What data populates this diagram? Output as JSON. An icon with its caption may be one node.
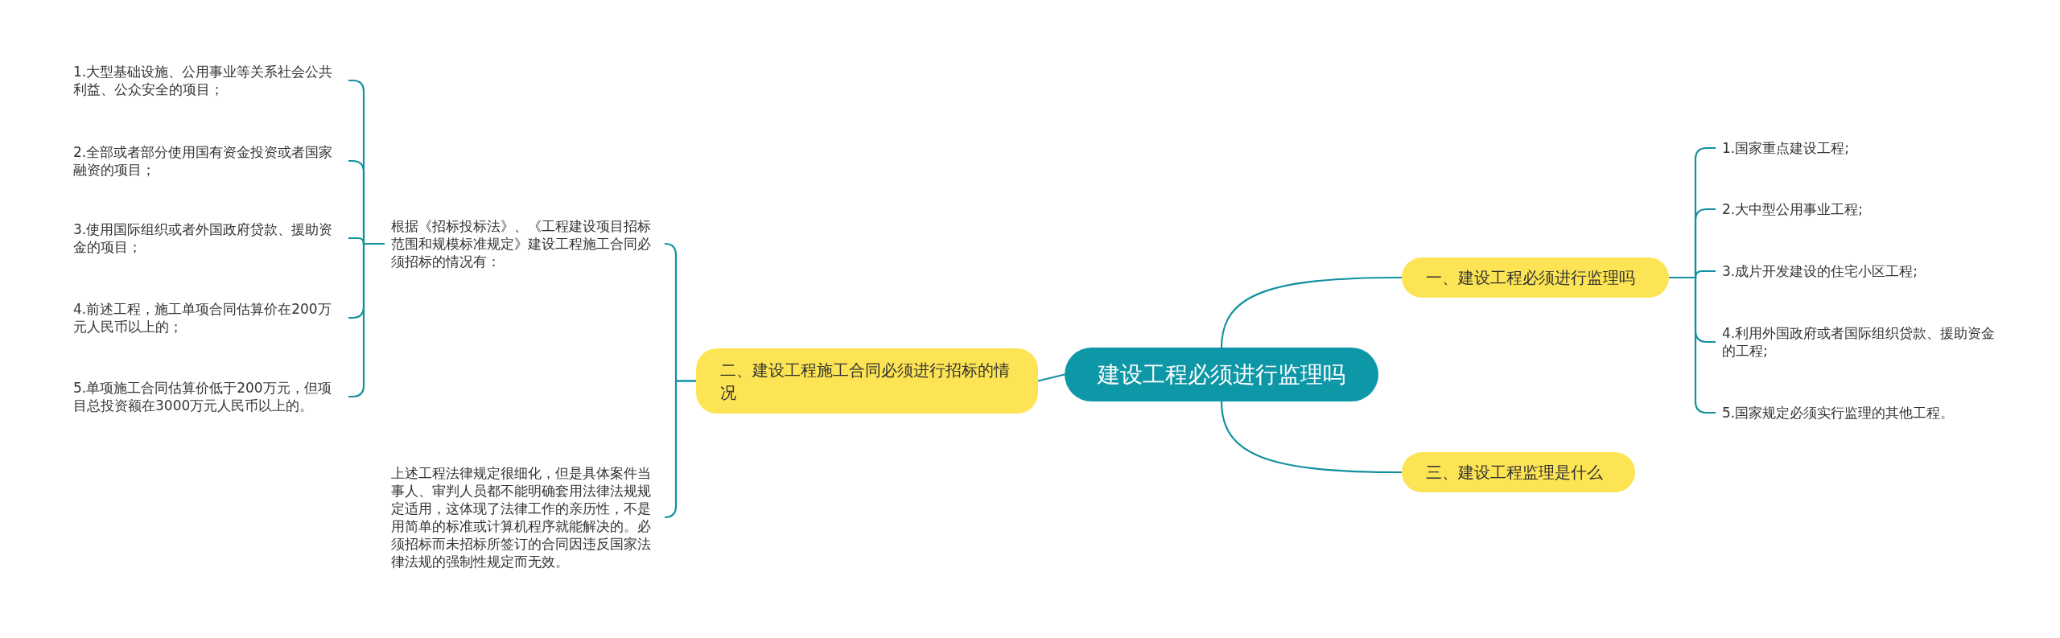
{
  "diagram": {
    "nodes": [
      {
        "text": [
          "建设工程必须进行监理吗"
        ]
      },
      {
        "text": [
          "二、建设工程施工合同必须进行招标的情况"
        ]
      },
      {
        "text": [
          "根据《招标投标法》、《工程建设项目招标范围和规模标准规定》建设工程施工合同必须招标的情况有："
        ]
      },
      {
        "text": [
          "1.大型基础设施、公用事业等关系社会公共利益、公众安全的项目；"
        ]
      },
      {
        "text": [
          "2.全部或者部分使用国有资金投资或者国家融资的项目；"
        ]
      },
      {
        "text": [
          "3.使用国际组织或者外国政府贷款、援助资金的项目；"
        ]
      },
      {
        "text": [
          "4.前述工程，施工单项合同估算价在200万元人民币以上的；"
        ]
      },
      {
        "text": [
          "5.单项施工合同估算价低于200万元，但项目总投资额在3000万元人民币以上的。"
        ]
      },
      {
        "text": [
          "上述工程法律规定很细化，但是具体案件当事人、审判人员都不能明确套用法律法规规定适用，这体现了法律工作的亲历性，不是用简单的标准或计算机程序就能解决的。必须招标而未招标所签订的合同因违反国家法律法规的强制性规定而无效。"
        ]
      },
      {
        "text": [
          "一、建设工程必须进行监理吗"
        ]
      },
      {
        "text": [
          "1.国家重点建设工程;"
        ]
      },
      {
        "text": [
          "2.大中型公用事业工程;"
        ]
      },
      {
        "text": [
          "3.成片开发建设的住宅小区工程;"
        ]
      },
      {
        "text": [
          "4.利用外国政府或者国际组织贷款、援助资金的工程;"
        ]
      },
      {
        "text": [
          "5.国家规定必须实行监理的其他工程。"
        ]
      },
      {
        "text": [
          "三、建设工程监理是什么"
        ]
      }
    ],
    "edges": [
      {
        "from": 0,
        "to": 1,
        "arrow": "none"
      },
      {
        "from": 1,
        "to": 2,
        "arrow": "none"
      },
      {
        "from": 2,
        "to": 3,
        "arrow": "none"
      },
      {
        "from": 2,
        "to": 4,
        "arrow": "none"
      },
      {
        "from": 2,
        "to": 5,
        "arrow": "none"
      },
      {
        "from": 2,
        "to": 6,
        "arrow": "none"
      },
      {
        "from": 2,
        "to": 7,
        "arrow": "none"
      },
      {
        "from": 1,
        "to": 8,
        "arrow": "none"
      },
      {
        "from": 0,
        "to": 9,
        "arrow": "none"
      },
      {
        "from": 9,
        "to": 10,
        "arrow": "none"
      },
      {
        "from": 9,
        "to": 11,
        "arrow": "none"
      },
      {
        "from": 9,
        "to": 12,
        "arrow": "none"
      },
      {
        "from": 9,
        "to": 13,
        "arrow": "none"
      },
      {
        "from": 9,
        "to": 14,
        "arrow": "none"
      },
      {
        "from": 0,
        "to": 15,
        "arrow": "none"
      }
    ]
  }
}
